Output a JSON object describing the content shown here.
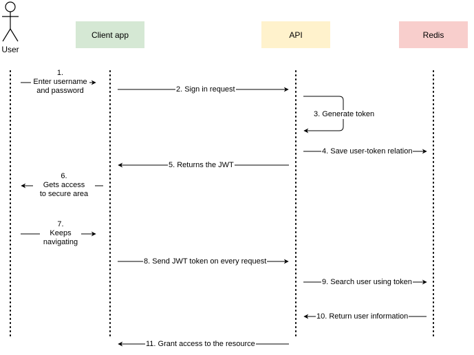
{
  "participants": {
    "user": {
      "label": "User"
    },
    "client": {
      "label": "Client app",
      "fill": "#d5e8d4",
      "stroke": "#d5e8d4"
    },
    "api": {
      "label": "API",
      "fill": "#fff2cc",
      "stroke": "#fff2cc"
    },
    "redis": {
      "label": "Redis",
      "fill": "#f8cecc",
      "stroke": "#f8cecc"
    }
  },
  "messages": [
    {
      "id": "m1",
      "lines": [
        "1.",
        "Enter username",
        "and password"
      ],
      "from": "user",
      "to": "client"
    },
    {
      "id": "m2",
      "lines": [
        "2. Sign in request"
      ],
      "from": "client",
      "to": "api"
    },
    {
      "id": "m3",
      "lines": [
        "3. Generate token"
      ],
      "from": "api",
      "to": "api"
    },
    {
      "id": "m4",
      "lines": [
        "4. Save user-token relation"
      ],
      "from": "api",
      "to": "redis"
    },
    {
      "id": "m5",
      "lines": [
        "5. Returns the JWT"
      ],
      "from": "api",
      "to": "client"
    },
    {
      "id": "m6",
      "lines": [
        "6.",
        "Gets access",
        "to secure area"
      ],
      "from": "client",
      "to": "user"
    },
    {
      "id": "m7",
      "lines": [
        "7.",
        "Keeps",
        "navigating"
      ],
      "from": "user",
      "to": "client"
    },
    {
      "id": "m8",
      "lines": [
        "8. Send JWT token on every request"
      ],
      "from": "client",
      "to": "api"
    },
    {
      "id": "m9",
      "lines": [
        "9. Search user using token"
      ],
      "from": "api",
      "to": "redis"
    },
    {
      "id": "m10",
      "lines": [
        "10. Return user information"
      ],
      "from": "redis",
      "to": "api"
    },
    {
      "id": "m11",
      "lines": [
        "11. Grant access to the resource"
      ],
      "from": "api",
      "to": "client"
    }
  ]
}
